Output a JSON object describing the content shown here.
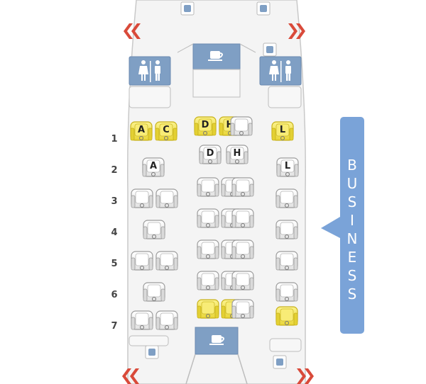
{
  "cabin": {
    "label_letters": [
      "B",
      "U",
      "S",
      "I",
      "N",
      "E",
      "S",
      "S"
    ],
    "rows": [
      "1",
      "2",
      "3",
      "4",
      "5",
      "6",
      "7"
    ]
  },
  "seats": {
    "row1": {
      "left": [
        {
          "letter": "A",
          "state": "selected"
        },
        {
          "letter": "C",
          "state": "selected"
        }
      ],
      "center": [
        {
          "letter": "D",
          "state": "selected"
        },
        {
          "letter": "H",
          "state": "selected"
        }
      ],
      "right": [
        {
          "letter": "L",
          "state": "selected"
        }
      ]
    },
    "row2": {
      "left": [
        {
          "letter": "A",
          "state": "available"
        }
      ],
      "center": [
        {
          "letter": "D",
          "state": "available"
        },
        {
          "letter": "H",
          "state": "available"
        }
      ],
      "right": [
        {
          "letter": "L",
          "state": "available"
        }
      ]
    },
    "row7_selected": [
      "center-left",
      "center-right",
      "right"
    ]
  },
  "icons": {
    "galley": "coffee-cup-icon",
    "lavatory": "lavatory-icon",
    "exit": "exit-chevron-icon",
    "bin": "bin-icon"
  },
  "colors": {
    "fuselage_fill": "#f3f3f3",
    "fuselage_stroke": "#c9c9c9",
    "facility_blue": "#7f9fc4",
    "business_blue": "#7aa3d8",
    "exit_red": "#d94a3a",
    "seat_available": "#efefef",
    "seat_selected": "#f1e35a"
  }
}
